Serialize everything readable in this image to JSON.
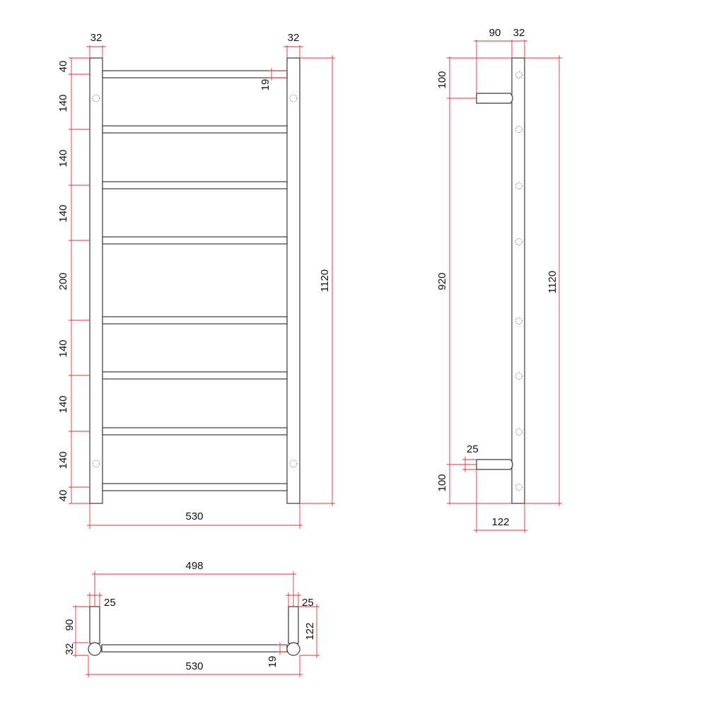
{
  "colors": {
    "dimension": "#e0303a",
    "outline": "#3a3a3a",
    "background": "#ffffff"
  },
  "front_view": {
    "top_width_left": "32",
    "top_width_right": "32",
    "rail_gap": "19",
    "spacings": [
      "40",
      "140",
      "140",
      "140",
      "200",
      "140",
      "140",
      "140",
      "40"
    ],
    "total_height": "1120",
    "total_width": "530"
  },
  "side_view": {
    "bracket_depth": "90",
    "upright_width": "32",
    "top_offset": "100",
    "bracket_spacing": "920",
    "bottom_offset": "100",
    "bracket_thickness": "25",
    "total_height": "1120",
    "overall_depth": "122"
  },
  "top_view": {
    "inner_width": "498",
    "left_thickness": "25",
    "right_thickness": "25",
    "bracket_depth": "90",
    "tube_diameter": "32",
    "overall_depth": "122",
    "rail_gap": "19",
    "total_width": "530"
  }
}
